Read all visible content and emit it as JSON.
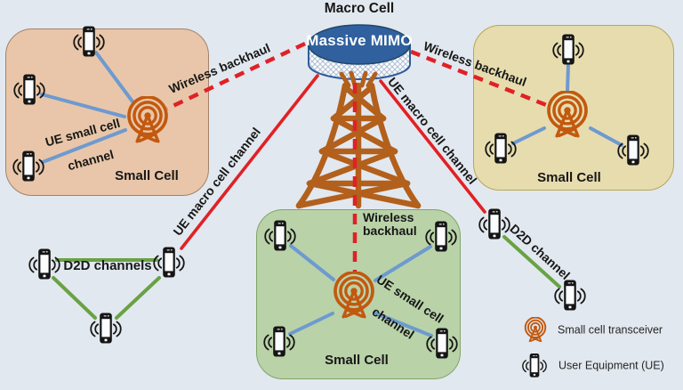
{
  "macro": {
    "title": "Macro Cell",
    "mimo": "Massive MIMO"
  },
  "cells": {
    "left": {
      "name": "Small Cell",
      "channel_l1": "UE small cell",
      "channel_l2": "channel"
    },
    "right": {
      "name": "Small Cell"
    },
    "bottom": {
      "name": "Small Cell",
      "channel_l1": "UE small cell",
      "channel_l2": "channel",
      "backhaul_l1": "Wireless",
      "backhaul_l2": "backhaul"
    }
  },
  "links": {
    "backhaul_left": "Wireless backhaul",
    "backhaul_right": "Wireless backhaul",
    "ue_macro_left": "UE macro cell channel",
    "ue_macro_right": "UE macro cell channel",
    "d2d_multi": "D2D channels",
    "d2d_single": "D2D channel"
  },
  "legend": {
    "transceiver": "Small cell transceiver",
    "ue": "User Equipment (UE)"
  },
  "colors": {
    "background": "#e2e8ef",
    "red_link": "#e02126",
    "blue_link": "#6d9ad0",
    "green_link": "#69a244",
    "orange_icon": "#c2590f",
    "tower": "#b2601c",
    "mimo_blue": "#30609e",
    "cell_left_fill": "#e9c6a9",
    "cell_right_fill": "#e7dcae",
    "cell_bottom_fill": "#b9d2a8"
  }
}
